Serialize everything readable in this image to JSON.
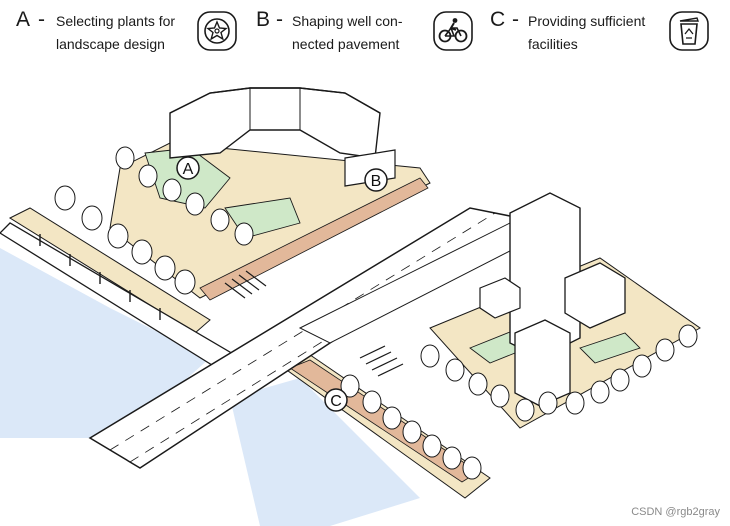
{
  "legend": [
    {
      "letter": "A",
      "dash": "-",
      "text": "Selecting plants for\nlandscape design",
      "icon": "flower-icon"
    },
    {
      "letter": "B",
      "dash": "-",
      "text": "Shaping well con-\nnected pavement",
      "icon": "bicycle-icon"
    },
    {
      "letter": "C",
      "dash": "-",
      "text": "Providing sufficient\nfacilities",
      "icon": "recycle-bin-icon"
    }
  ],
  "markers": {
    "a": "A",
    "b": "B",
    "c": "C"
  },
  "watermark": "CSDN @rgb2gray",
  "colors": {
    "sidewalk": "#f3e6c4",
    "bike_lane": "#e2b89a",
    "grass": "#cfe8c8",
    "water": "#dbe8f8",
    "ink": "#1a1a1a"
  }
}
